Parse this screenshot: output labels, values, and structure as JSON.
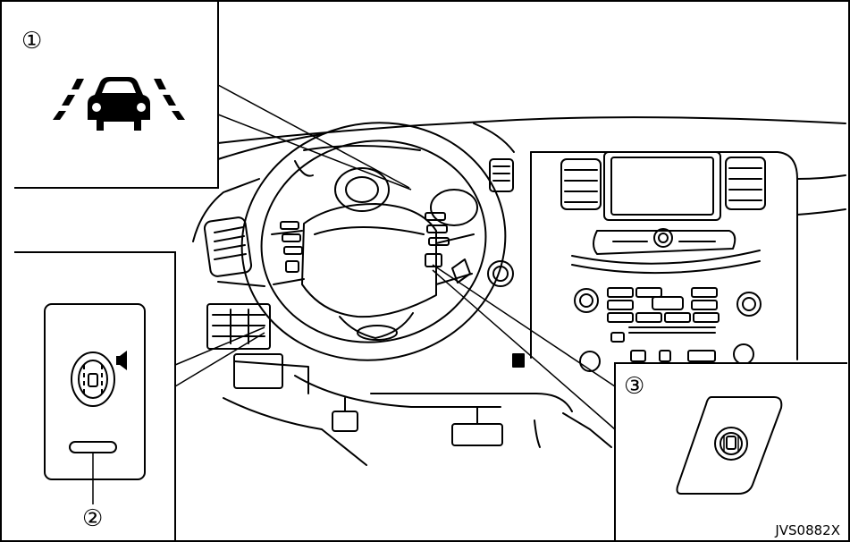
{
  "callouts": {
    "c1": "①",
    "c2": "②",
    "c3": "③"
  },
  "figure_code": "JVS0882X",
  "icons": {
    "inset1": "lane-departure-warning-icon",
    "inset2": "lane-departure-switch-icon",
    "inset3": "steering-wheel-lane-switch-icon"
  },
  "colors": {
    "ink": "#000000",
    "paper": "#ffffff"
  }
}
